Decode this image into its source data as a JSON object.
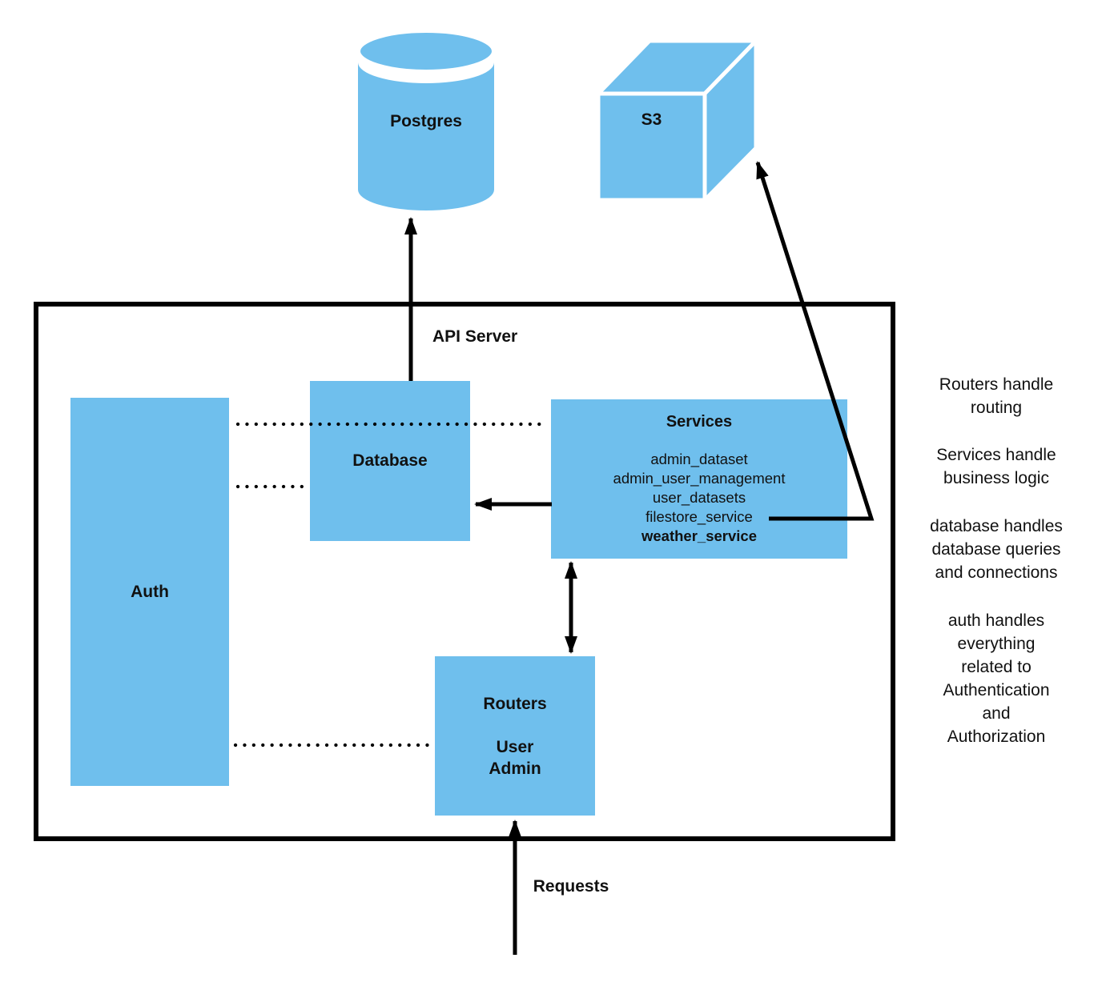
{
  "title": "API Server",
  "external_nodes": {
    "postgres_label": "Postgres",
    "s3_label": "S3"
  },
  "nodes": {
    "auth_label": "Auth",
    "database_label": "Database",
    "services": {
      "title": "Services",
      "items": [
        "admin_dataset",
        "admin_user_management",
        "user_datasets",
        "filestore_service",
        "weather_service"
      ]
    },
    "routers": {
      "title": "Routers",
      "line1": "User",
      "line2": "Admin"
    }
  },
  "requests_label": "Requests",
  "notes": [
    "Routers handle routing",
    "Services handle business logic",
    "database handles database queries and connections",
    "auth handles everything related to Authentication and Authorization"
  ],
  "colors": {
    "node_fill": "#6FBFED",
    "line": "#000000",
    "background": "#FFFFFF",
    "text": "#111111"
  }
}
